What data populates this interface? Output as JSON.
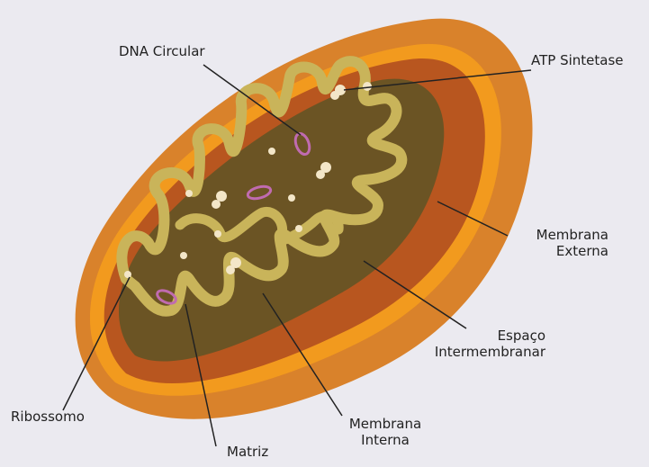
{
  "diagram": {
    "labels": {
      "dna": "DNA Circular",
      "atp": "ATP Sintetase",
      "outer_line1": "Membrana",
      "outer_line2": "Externa",
      "space_line1": "Espaço",
      "space_line2": "Intermembranar",
      "ribosome": "Ribossomo",
      "matrix": "Matriz",
      "inner_line1": "Membrana",
      "inner_line2": "Interna"
    },
    "colors": {
      "background": "#ebeaf0",
      "outer_membrane": "#d9822b",
      "outer_rim": "#f29a1e",
      "intermembrane_space": "#b8561f",
      "matrix": "#6b5424",
      "inner_membrane": "#c9b45a",
      "dna": "#c06bb0",
      "particles": "#f3e6c8"
    }
  }
}
